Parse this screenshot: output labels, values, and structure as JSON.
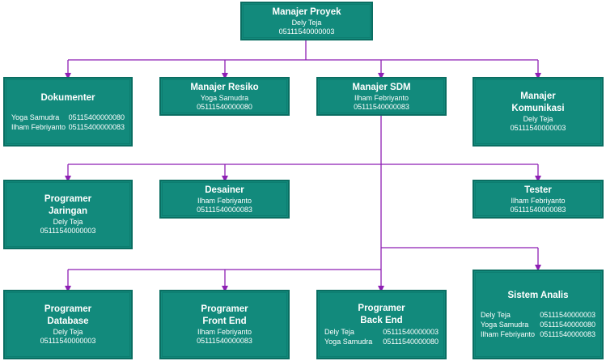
{
  "colors": {
    "box_fill": "#128a7c",
    "box_border": "#0a6e62",
    "connector": "#8e1fb4",
    "text": "#ffffff"
  },
  "nodes": {
    "manajer_proyek": {
      "title": "Manajer Proyek",
      "name": "Dely Teja",
      "id": "05111540000003"
    },
    "dokumenter": {
      "title": "Dokumenter",
      "rows": [
        {
          "name": "Yoga Samudra",
          "id": "05115400000080"
        },
        {
          "name": "Ilham Febriyanto",
          "id": "05115400000083"
        }
      ]
    },
    "manajer_resiko": {
      "title": "Manajer Resiko",
      "name": "Yoga Samudra",
      "id": "05111540000080"
    },
    "manajer_sdm": {
      "title": "Manajer SDM",
      "name": "Ilham Febriyanto",
      "id": "05111540000083"
    },
    "manajer_komunikasi": {
      "title_line1": "Manajer",
      "title_line2": "Komunikasi",
      "name": "Dely Teja",
      "id": "05111540000003"
    },
    "programer_jaringan": {
      "title_line1": "Programer",
      "title_line2": "Jaringan",
      "name": "Dely Teja",
      "id": "05111540000003"
    },
    "desainer": {
      "title": "Desainer",
      "name": "Ilham Febriyanto",
      "id": "05111540000083"
    },
    "tester": {
      "title": "Tester",
      "name": "Ilham Febriyanto",
      "id": "05111540000083"
    },
    "programer_database": {
      "title_line1": "Programer",
      "title_line2": "Database",
      "name": "Dely Teja",
      "id": "05111540000003"
    },
    "programer_front_end": {
      "title_line1": "Programer",
      "title_line2": "Front End",
      "name": "Ilham Febriyanto",
      "id": "05111540000083"
    },
    "programer_back_end": {
      "title_line1": "Programer",
      "title_line2": "Back End",
      "rows": [
        {
          "name": "Dely Teja",
          "id": "05111540000003"
        },
        {
          "name": "Yoga Samudra",
          "id": "05111540000080"
        }
      ]
    },
    "sistem_analis": {
      "title": "Sistem Analis",
      "rows": [
        {
          "name": "Dely Teja",
          "id": "05111540000003"
        },
        {
          "name": "Yoga Samudra",
          "id": "05111540000080"
        },
        {
          "name": "Ilham Febriyanto",
          "id": "05111540000083"
        }
      ]
    }
  }
}
